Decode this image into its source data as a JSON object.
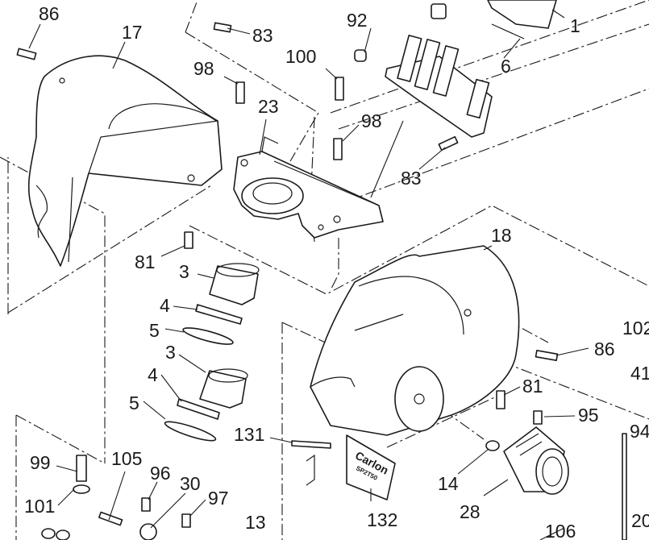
{
  "callouts": {
    "c86a": "86",
    "c17": "17",
    "c83a": "83",
    "c92": "92",
    "c1": "1",
    "c6": "6",
    "c98a": "98",
    "c100": "100",
    "c23": "23",
    "c98b": "98",
    "c83b": "83",
    "c81a": "81",
    "c3a": "3",
    "c4a": "4",
    "c5a": "5",
    "c3b": "3",
    "c4b": "4",
    "c5b": "5",
    "c18": "18",
    "c102": "102",
    "c86b": "86",
    "c41": "41",
    "c81b": "81",
    "c95": "95",
    "c94": "94",
    "c131": "131",
    "c14": "14",
    "c28": "28",
    "c132": "132",
    "c99": "99",
    "c105": "105",
    "c96": "96",
    "c30": "30",
    "c97": "97",
    "c101": "101",
    "c13": "13",
    "c106": "106",
    "c20": "20"
  },
  "logo": {
    "brand": "Carlon",
    "model": "SP2T50"
  }
}
